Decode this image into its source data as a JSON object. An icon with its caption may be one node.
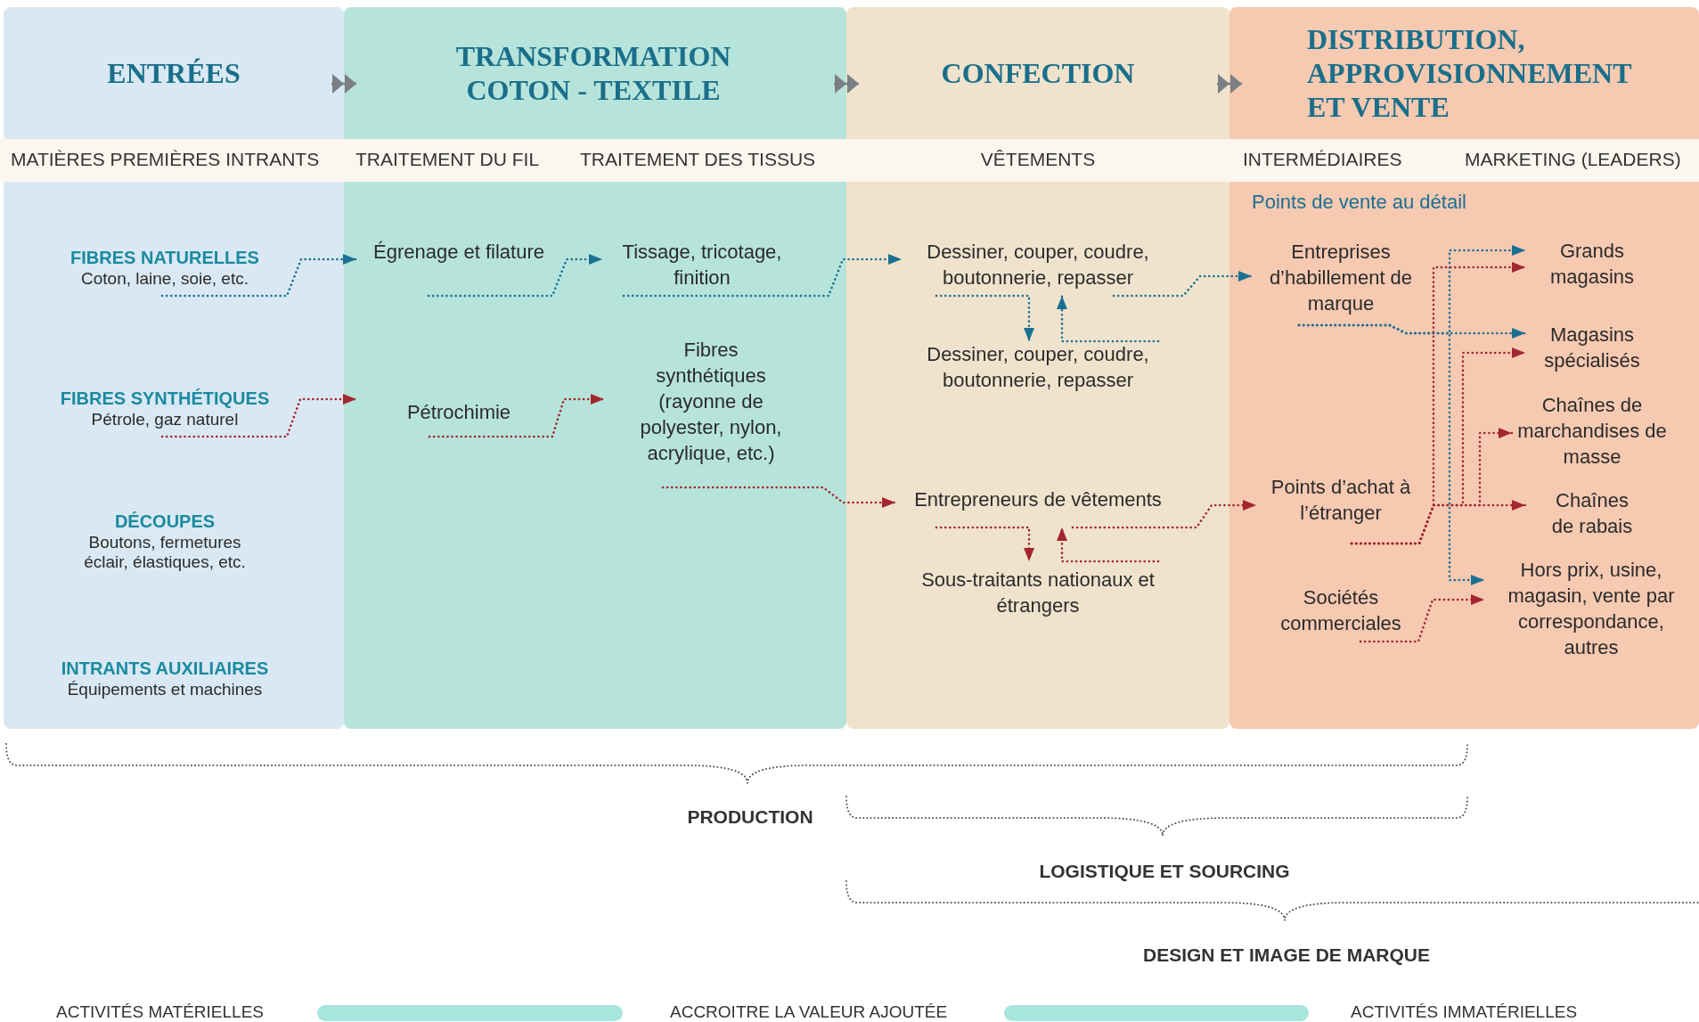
{
  "diagram": {
    "nodes": [
      {
        "text": [
          "ENTRÉES"
        ]
      },
      {
        "text": [
          "TRANSFORMATION COTON - TEXTILE"
        ]
      },
      {
        "text": [
          "CONFECTION"
        ]
      },
      {
        "text": [
          "DISTRIBUTION, APPROVISIONNEMENT ET VENTE"
        ]
      },
      {
        "text": [
          "FIBRES NATURELLES",
          "Coton, laine, soie, etc."
        ],
        "in": 0
      },
      {
        "text": [
          "FIBRES SYNTHÉTIQUES",
          "Pétrole, gaz naturel"
        ],
        "in": 0
      },
      {
        "text": [
          "DÉCOUPES",
          "Boutons, fermetures éclair, élastiques, etc."
        ],
        "in": 0
      },
      {
        "text": [
          "INTRANTS AUXILIAIRES",
          "Équipements et machines"
        ],
        "in": 0
      },
      {
        "text": [
          "Égrenage et filature"
        ],
        "in": 1
      },
      {
        "text": [
          "Tissage, tricotage, finition"
        ],
        "in": 1
      },
      {
        "text": [
          "Pétrochimie"
        ],
        "in": 1
      },
      {
        "text": [
          "Fibres synthétiques (rayonne de polyester, nylon, acrylique, etc.)"
        ],
        "in": 1
      },
      {
        "text": [
          "Dessiner, couper, coudre, boutonnerie, repasser"
        ],
        "in": 2
      },
      {
        "text": [
          "Dessiner, couper, coudre, boutonnerie, repasser"
        ],
        "in": 2
      },
      {
        "text": [
          "Entrepreneurs de vêtements"
        ],
        "in": 2
      },
      {
        "text": [
          "Sous-traitants nationaux et étrangers"
        ],
        "in": 2
      },
      {
        "text": [
          "Entreprises d’habillement de marque"
        ],
        "in": 3
      },
      {
        "text": [
          "Points d’achat à l’étranger"
        ],
        "in": 3
      },
      {
        "text": [
          "Sociétés commerciales"
        ],
        "in": 3
      },
      {
        "text": [
          "Grands magasins"
        ],
        "in": 3
      },
      {
        "text": [
          "Magasins spécialisés"
        ],
        "in": 3
      },
      {
        "text": [
          "Chaînes de marchandises de masse"
        ],
        "in": 3
      },
      {
        "text": [
          "Chaînes de rabais"
        ],
        "in": 3
      },
      {
        "text": [
          "Hors prix, usine, magasin, vente par correspondance, autres"
        ],
        "in": 3
      }
    ],
    "edges": [
      {
        "from": 0,
        "to": 1,
        "arrow": "to",
        "color": "#7b7f83"
      },
      {
        "from": 1,
        "to": 2,
        "arrow": "to",
        "color": "#7b7f83"
      },
      {
        "from": 2,
        "to": 3,
        "arrow": "to",
        "color": "#7b7f83"
      },
      {
        "from": 4,
        "to": 8,
        "arrow": "to",
        "style": "dashed",
        "color": "#1b6f93"
      },
      {
        "from": 8,
        "to": 9,
        "arrow": "to",
        "style": "dashed",
        "color": "#1b6f93"
      },
      {
        "from": 9,
        "to": 12,
        "arrow": "to",
        "style": "dashed",
        "color": "#1b6f93"
      },
      {
        "from": 12,
        "to": 13,
        "arrow": "to",
        "style": "dashed",
        "color": "#1b6f93"
      },
      {
        "from": 13,
        "to": 12,
        "arrow": "to",
        "style": "dashed",
        "color": "#1b6f93"
      },
      {
        "from": 12,
        "to": 16,
        "arrow": "to",
        "style": "dashed",
        "color": "#1b6f93"
      },
      {
        "from": 16,
        "to": 19,
        "arrow": "to",
        "style": "dashed",
        "color": "#1b6f93"
      },
      {
        "from": 16,
        "to": 20,
        "arrow": "to",
        "style": "dashed",
        "color": "#1b6f93"
      },
      {
        "from": 16,
        "to": 23,
        "arrow": "to",
        "style": "dashed",
        "color": "#1b6f93"
      },
      {
        "from": 5,
        "to": 10,
        "arrow": "to",
        "style": "dashed",
        "color": "#a32630"
      },
      {
        "from": 10,
        "to": 11,
        "arrow": "to",
        "style": "dashed",
        "color": "#a32630"
      },
      {
        "from": 11,
        "to": 14,
        "arrow": "to",
        "style": "dashed",
        "color": "#a32630"
      },
      {
        "from": 14,
        "to": 15,
        "arrow": "to",
        "style": "dashed",
        "color": "#a32630"
      },
      {
        "from": 15,
        "to": 14,
        "arrow": "to",
        "style": "dashed",
        "color": "#a32630"
      },
      {
        "from": 14,
        "to": 17,
        "arrow": "to",
        "style": "dashed",
        "color": "#a32630"
      },
      {
        "from": 17,
        "to": 19,
        "arrow": "to",
        "style": "dashed",
        "color": "#a32630"
      },
      {
        "from": 17,
        "to": 20,
        "arrow": "to",
        "style": "dashed",
        "color": "#a32630"
      },
      {
        "from": 17,
        "to": 21,
        "arrow": "to",
        "style": "dashed",
        "color": "#a32630"
      },
      {
        "from": 17,
        "to": 22,
        "arrow": "to",
        "style": "dashed",
        "color": "#a32630"
      },
      {
        "from": 18,
        "to": 23,
        "arrow": "to",
        "style": "dashed",
        "color": "#a32630"
      }
    ],
    "labels": [
      "MATIÈRES PREMIÈRES INTRANTS",
      "TRAITEMENT DU FIL",
      "TRAITEMENT DES TISSUS",
      "VÊTEMENTS",
      "INTERMÉDIAIRES",
      "MARKETING (LEADERS)",
      "Points de vente au détail",
      "PRODUCTION",
      "LOGISTIQUE ET SOURCING",
      "DESIGN ET IMAGE DE MARQUE",
      "ACTIVITÉS MATÉRIELLES",
      "ACCROITRE LA VALEUR AJOUTÉE",
      "ACTIVITÉS IMMATÉRIELLES"
    ]
  }
}
